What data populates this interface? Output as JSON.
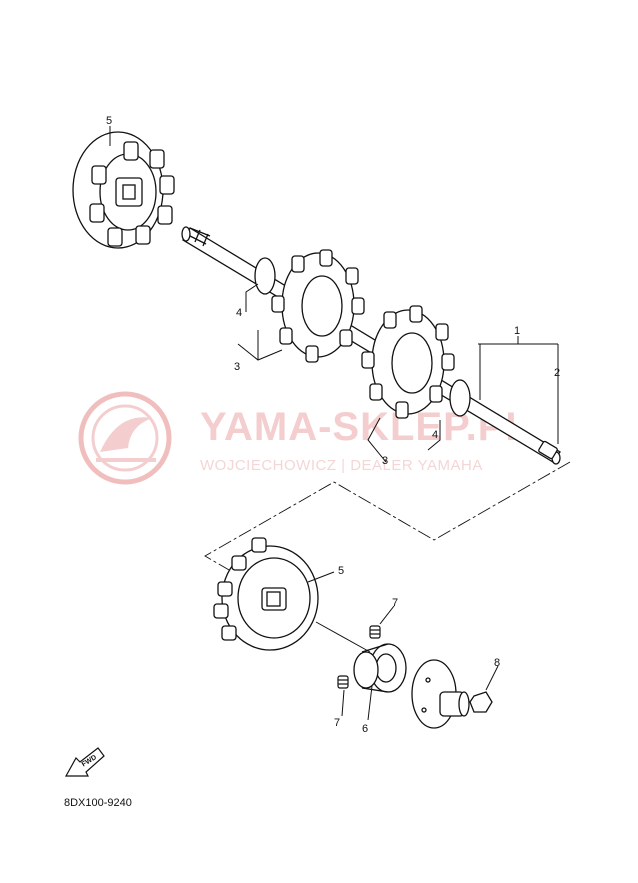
{
  "diagram": {
    "part_code": "8DX100-9240",
    "fwd_label": "FWD",
    "callouts": [
      "1",
      "2",
      "3",
      "4",
      "5",
      "7",
      "6",
      "8"
    ],
    "callout_text": {
      "c1": "1",
      "c2": "2",
      "c3a": "3",
      "c3b": "3",
      "c4a": "4",
      "c4b": "4",
      "c5a": "5",
      "c5b": "5",
      "c6": "6",
      "c7a": "7",
      "c7b": "7",
      "c8": "8"
    }
  },
  "watermark": {
    "title": "YAMA-SKLEP.PL",
    "subtitle": "WOJCIECHOWICZ | DEALER YAMAHA",
    "color": "#e8a0a0"
  }
}
